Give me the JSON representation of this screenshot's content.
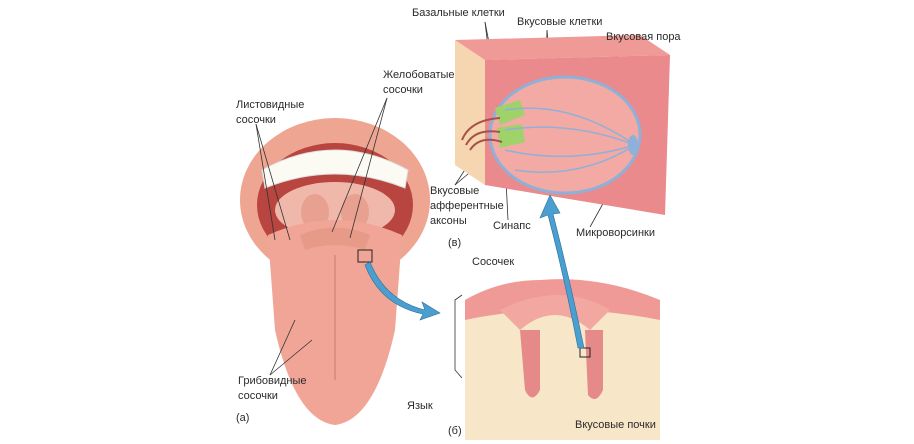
{
  "labels": {
    "basal_cells": "Базальные клетки",
    "taste_cells": "Вкусовые клетки",
    "taste_pore": "Вкусовая пора",
    "circumvallate_1": "Желобоватые",
    "circumvallate_2": "сосочки",
    "foliate_1": "Листовидные",
    "foliate_2": "сосочки",
    "afferent_1": "Вкусовые",
    "afferent_2": "афферентные",
    "afferent_3": "аксоны",
    "panel_c": "(в)",
    "synapse": "Синапс",
    "microvilli": "Микроворсинки",
    "papilla": "Сосочек",
    "fungiform_1": "Грибовидные",
    "fungiform_2": "сосочки",
    "panel_a": "(а)",
    "tongue": "Язык",
    "panel_b": "(б)",
    "taste_buds": "Вкусовые почки"
  },
  "colors": {
    "arrow": "#4a9fd0",
    "tissue": "#e9878a",
    "lip": "#eea592",
    "basal_cell": "#9fd36a",
    "membrane": "#8fb0d8"
  }
}
